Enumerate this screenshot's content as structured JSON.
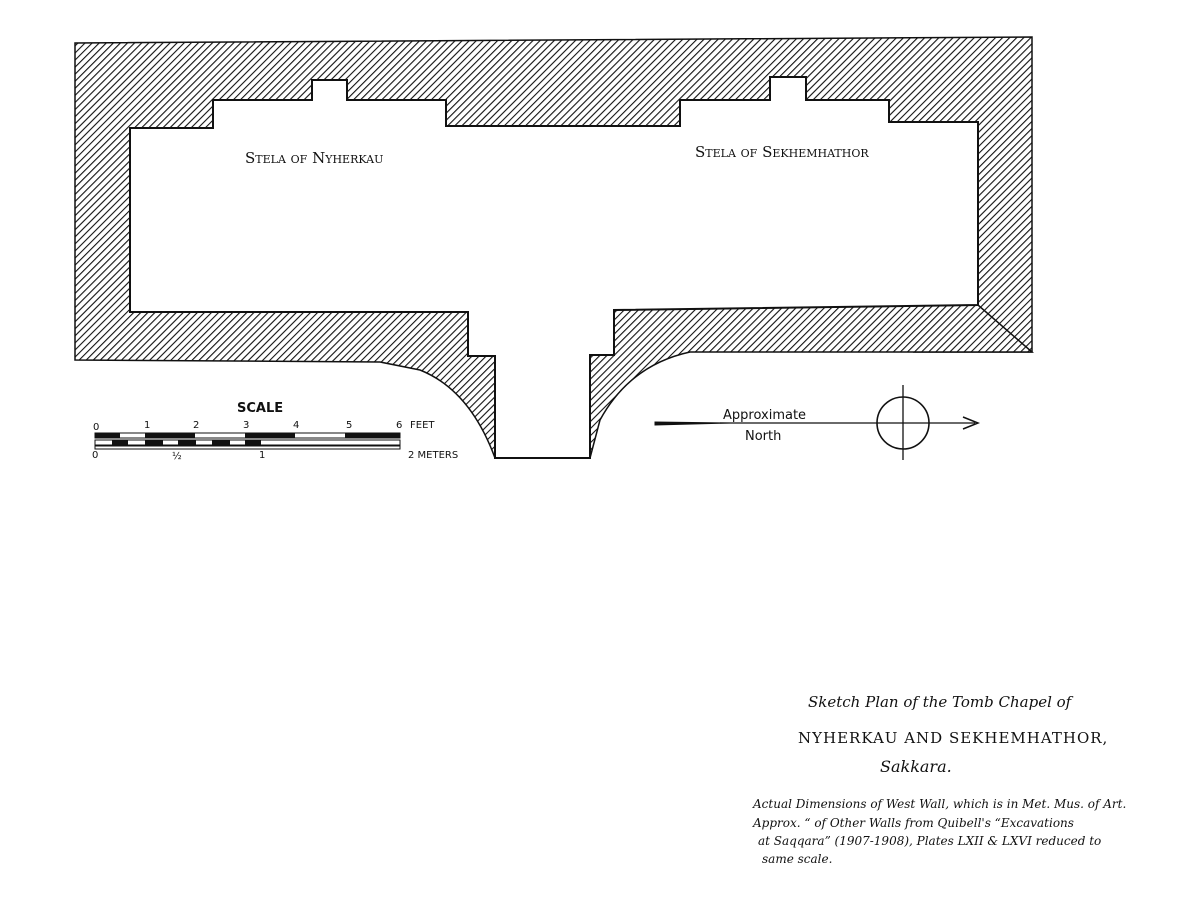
{
  "plan": {
    "stela_left": "Stela of Nyherkau",
    "stela_right": "Stela of Sekhemhathor"
  },
  "scale": {
    "title": "SCALE",
    "feet_ticks": [
      "0",
      "1",
      "2",
      "3",
      "4",
      "5",
      "6"
    ],
    "feet_unit": "FEET",
    "meter_ticks": [
      "0",
      "½",
      "1"
    ],
    "meter_end": "2 METERS"
  },
  "north": {
    "line1": "Approximate",
    "line2": "North"
  },
  "caption": {
    "line1": "Sketch Plan of the Tomb Chapel of",
    "line2": "NYHERKAU AND SEKHEMHATHOR,",
    "line3": "Sakkara.",
    "note1": "Actual Dimensions of West Wall, which is in Met. Mus. of Art.",
    "note2": "Approx.   “   of Other Walls from Quibell's “Excavations",
    "note3": "at Saqqara” (1907-1908), Plates LXII & LXVI reduced to",
    "note4": "same scale."
  },
  "colors": {
    "ink": "#111111",
    "paper": "#ffffff"
  }
}
